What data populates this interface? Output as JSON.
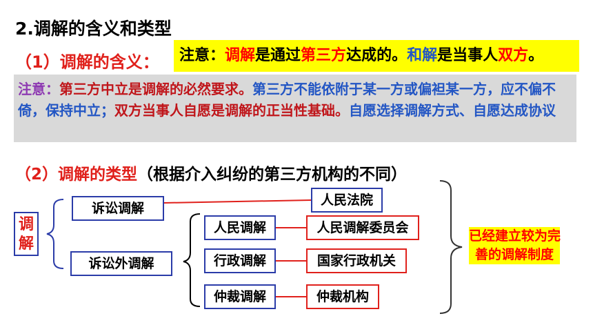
{
  "title": "2.调解的含义和类型",
  "section1": {
    "label": "（1）调解的含义："
  },
  "note1": {
    "p1": "注意：",
    "p2": "调解",
    "p3": "是通过",
    "p4": "第三方",
    "p5": "达成的。",
    "p6": "和解",
    "p7": "是当事人",
    "p8": "双方",
    "p9": "。"
  },
  "note2": {
    "p1": "注意：",
    "p2": "第三方中立是调解的必然要求。",
    "p3": "第三方不能依附于某一方或偏袒某一方，应不偏不倚，保持中立；",
    "p4": "双方当事人自愿是调解的正当性基础。",
    "p5": "自愿选择调解方式、自愿达成协议"
  },
  "section2": {
    "label": "（2）调解的类型",
    "hint": "（根据介入纠纷的第三方机构的不同）"
  },
  "diagram": {
    "root_line1": "调",
    "root_line2": "解",
    "litigation": "诉讼调解",
    "non_litigation": "诉讼外调解",
    "people": "人民调解",
    "admin": "行政调解",
    "arbitration": "仲裁调解",
    "court": "人民法院",
    "committee": "人民调解委员会",
    "agency": "国家行政机关",
    "arb_body": "仲裁机构",
    "conclusion_line1": "已经建立较为完",
    "conclusion_line2": "善的调解制度"
  },
  "colors": {
    "red": "#ff0000",
    "blue": "#2356c4",
    "purple": "#8e3ab2",
    "yellow": "#ffff00",
    "box_border": "#2a3ba8"
  }
}
